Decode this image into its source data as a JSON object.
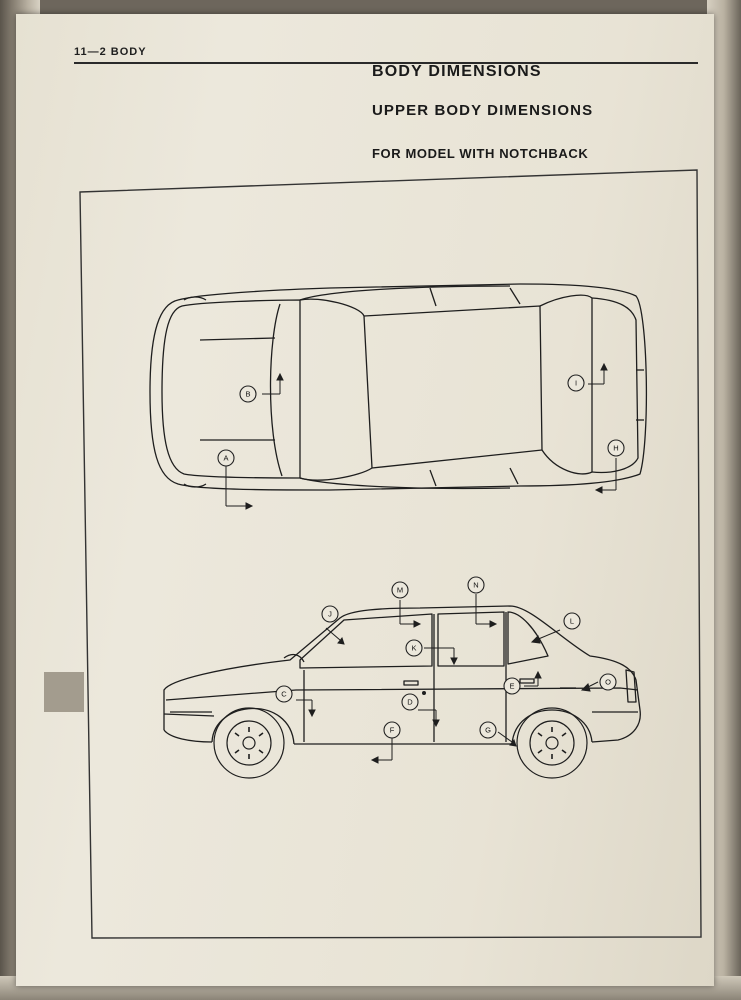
{
  "header": {
    "section": "11—2  BODY"
  },
  "titles": {
    "main": "BODY DIMENSIONS",
    "sub": "UPPER BODY DIMENSIONS",
    "model": "FOR MODEL WITH NOTCHBACK"
  },
  "callouts": {
    "A": "A",
    "B": "B",
    "C": "C",
    "D": "D",
    "E": "E",
    "F": "F",
    "G": "G",
    "H": "H",
    "I": "I",
    "J": "J",
    "K": "K",
    "L": "L",
    "M": "M",
    "N": "N",
    "O": "O"
  },
  "colors": {
    "paper": "#ece8dc",
    "ink": "#1a1a1a",
    "background": "#6d665c"
  }
}
